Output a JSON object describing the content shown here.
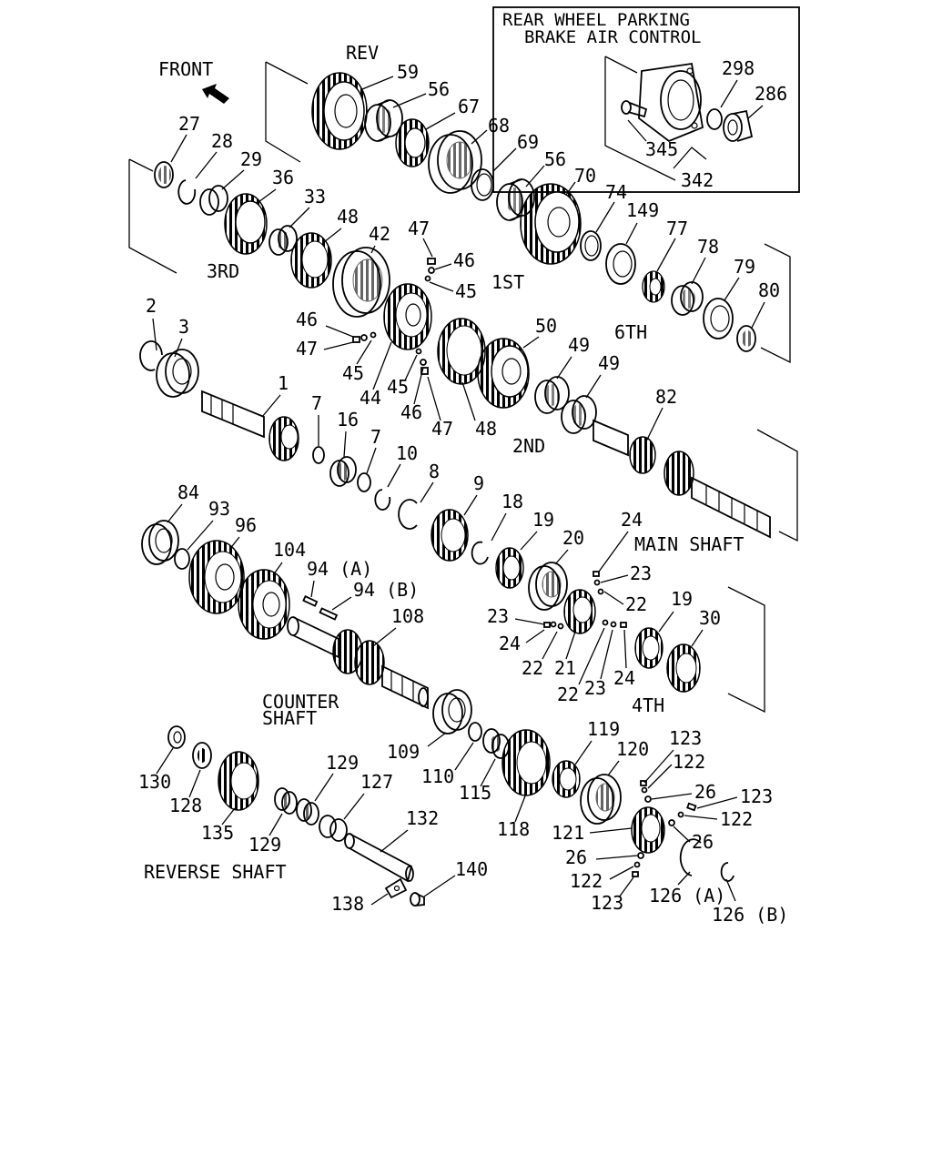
{
  "inset": {
    "title_line1": "REAR WHEEL PARKING",
    "title_line2": "BRAKE AIR CONTROL"
  },
  "direction": {
    "label": "FRONT",
    "icon": "arrow-up-left-icon"
  },
  "group_labels": {
    "rev": "REV",
    "third": "3RD",
    "first": "1ST",
    "sixth": "6TH",
    "second": "2ND",
    "main_shaft": "MAIN SHAFT",
    "fourth": "4TH",
    "counter_shaft_line1": "COUNTER",
    "counter_shaft_line2": "SHAFT",
    "reverse_shaft": "REVERSE SHAFT"
  },
  "part_numbers": {
    "p298": "298",
    "p286": "286",
    "p345": "345",
    "p342": "342",
    "p59": "59",
    "p56a": "56",
    "p67": "67",
    "p68": "68",
    "p69": "69",
    "p56b": "56",
    "p70": "70",
    "p74": "74",
    "p149": "149",
    "p77": "77",
    "p78": "78",
    "p79": "79",
    "p80": "80",
    "p27": "27",
    "p28": "28",
    "p29": "29",
    "p36": "36",
    "p33": "33",
    "p48a": "48",
    "p42": "42",
    "p47a": "47",
    "p46a": "46",
    "p45a": "45",
    "p2": "2",
    "p3": "3",
    "p46b": "46",
    "p47b": "47",
    "p45b": "45",
    "p44": "44",
    "p45c": "45",
    "p46c": "46",
    "p47c": "47",
    "p48b": "48",
    "p50": "50",
    "p49a": "49",
    "p49b": "49",
    "p1": "1",
    "p7a": "7",
    "p16": "16",
    "p7b": "7",
    "p10": "10",
    "p8": "8",
    "p82": "82",
    "p84": "84",
    "p93": "93",
    "p96": "96",
    "p104": "104",
    "p94a": "94 (A)",
    "p94b": "94 (B)",
    "p9": "9",
    "p18": "18",
    "p19a": "19",
    "p20": "20",
    "p24a": "24",
    "p23a": "23",
    "p22a": "22",
    "p23b": "23",
    "p24b": "24",
    "p22b": "22",
    "p21": "21",
    "p22c": "22",
    "p23c": "23",
    "p24c": "24",
    "p19b": "19",
    "p30": "30",
    "p108": "108",
    "p109": "109",
    "p110": "110",
    "p115": "115",
    "p118": "118",
    "p119": "119",
    "p120": "120",
    "p123a": "123",
    "p122a": "122",
    "p26a": "26",
    "p123b": "123",
    "p122b": "122",
    "p121": "121",
    "p26b": "26",
    "p26c": "26",
    "p122c": "122",
    "p123c": "123",
    "p126a": "126 (A)",
    "p126b": "126 (B)",
    "p130": "130",
    "p128": "128",
    "p135": "135",
    "p129a": "129",
    "p129b": "129",
    "p127": "127",
    "p132": "132",
    "p140": "140",
    "p138": "138"
  }
}
